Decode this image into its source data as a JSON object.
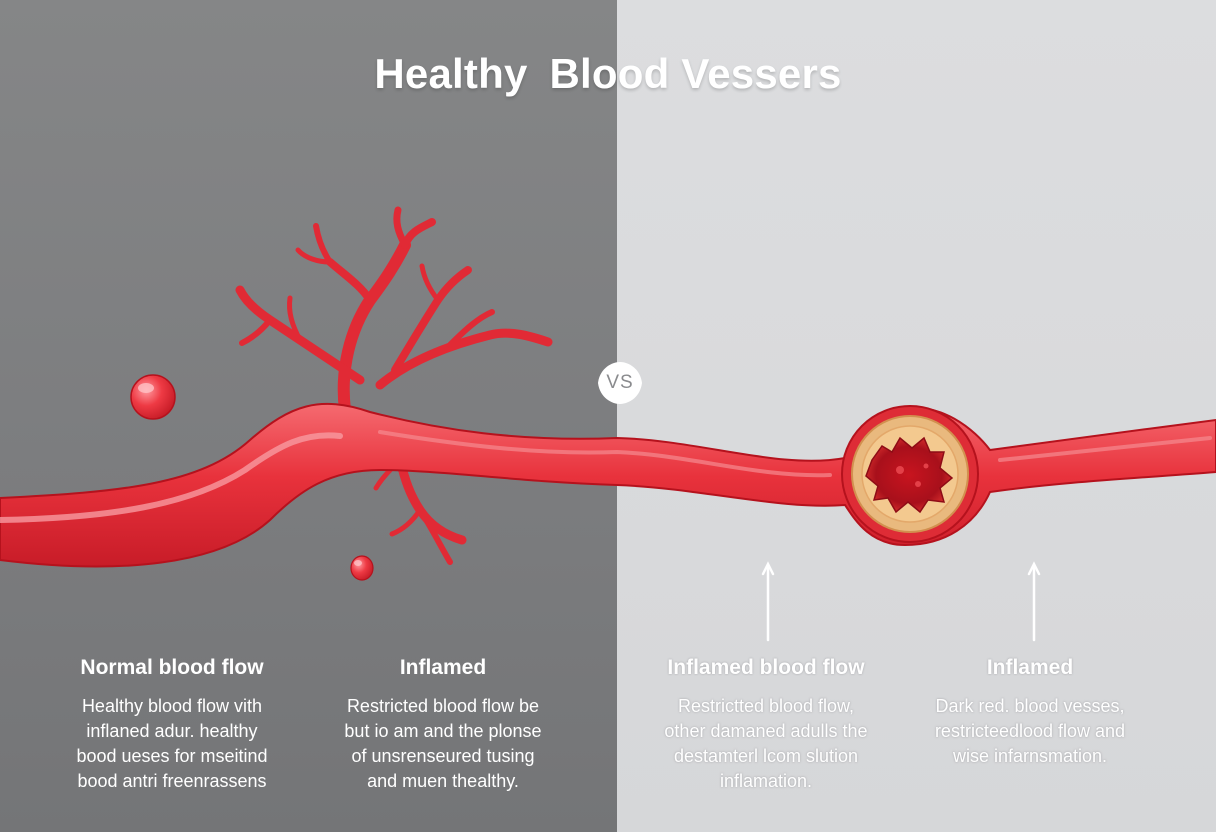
{
  "title": {
    "part1": "Healthy",
    "part2": "Blood Vessers"
  },
  "vs_label": "VS",
  "captions": [
    {
      "heading": "Normal blood flow",
      "lines": [
        "Healthy blood flow vith",
        "inflaned adur. healthy",
        "bood ueses for mseitind",
        "bood antri freenrassens"
      ]
    },
    {
      "heading": "Inflamed",
      "lines": [
        "Restricted blood flow be",
        "but io am and the plonse",
        "of unsrenseured tusing",
        "and muen thealthy."
      ]
    },
    {
      "heading": "Inflamed blood flow",
      "lines": [
        "Restrictted blood flow,",
        "other damaned adulls the",
        "destamterl lcom slution",
        "inflamation."
      ]
    },
    {
      "heading": "Inflamed",
      "lines": [
        "Dark red. blood vesses,",
        "restricteedlood flow and",
        "wise infarnsmation."
      ]
    }
  ],
  "colors": {
    "left_panel": "#7c7d7f",
    "right_panel": "#d6d7d9",
    "vessel_red": "#e8323c",
    "vessel_highlight": "#f7888e",
    "plaque_yellow": "#e9b97e",
    "clot_dark": "#b0121f"
  },
  "icons": [
    "blood-cell-icon",
    "blood-drop-icon",
    "up-arrow-icon",
    "vs-badge-icon"
  ]
}
